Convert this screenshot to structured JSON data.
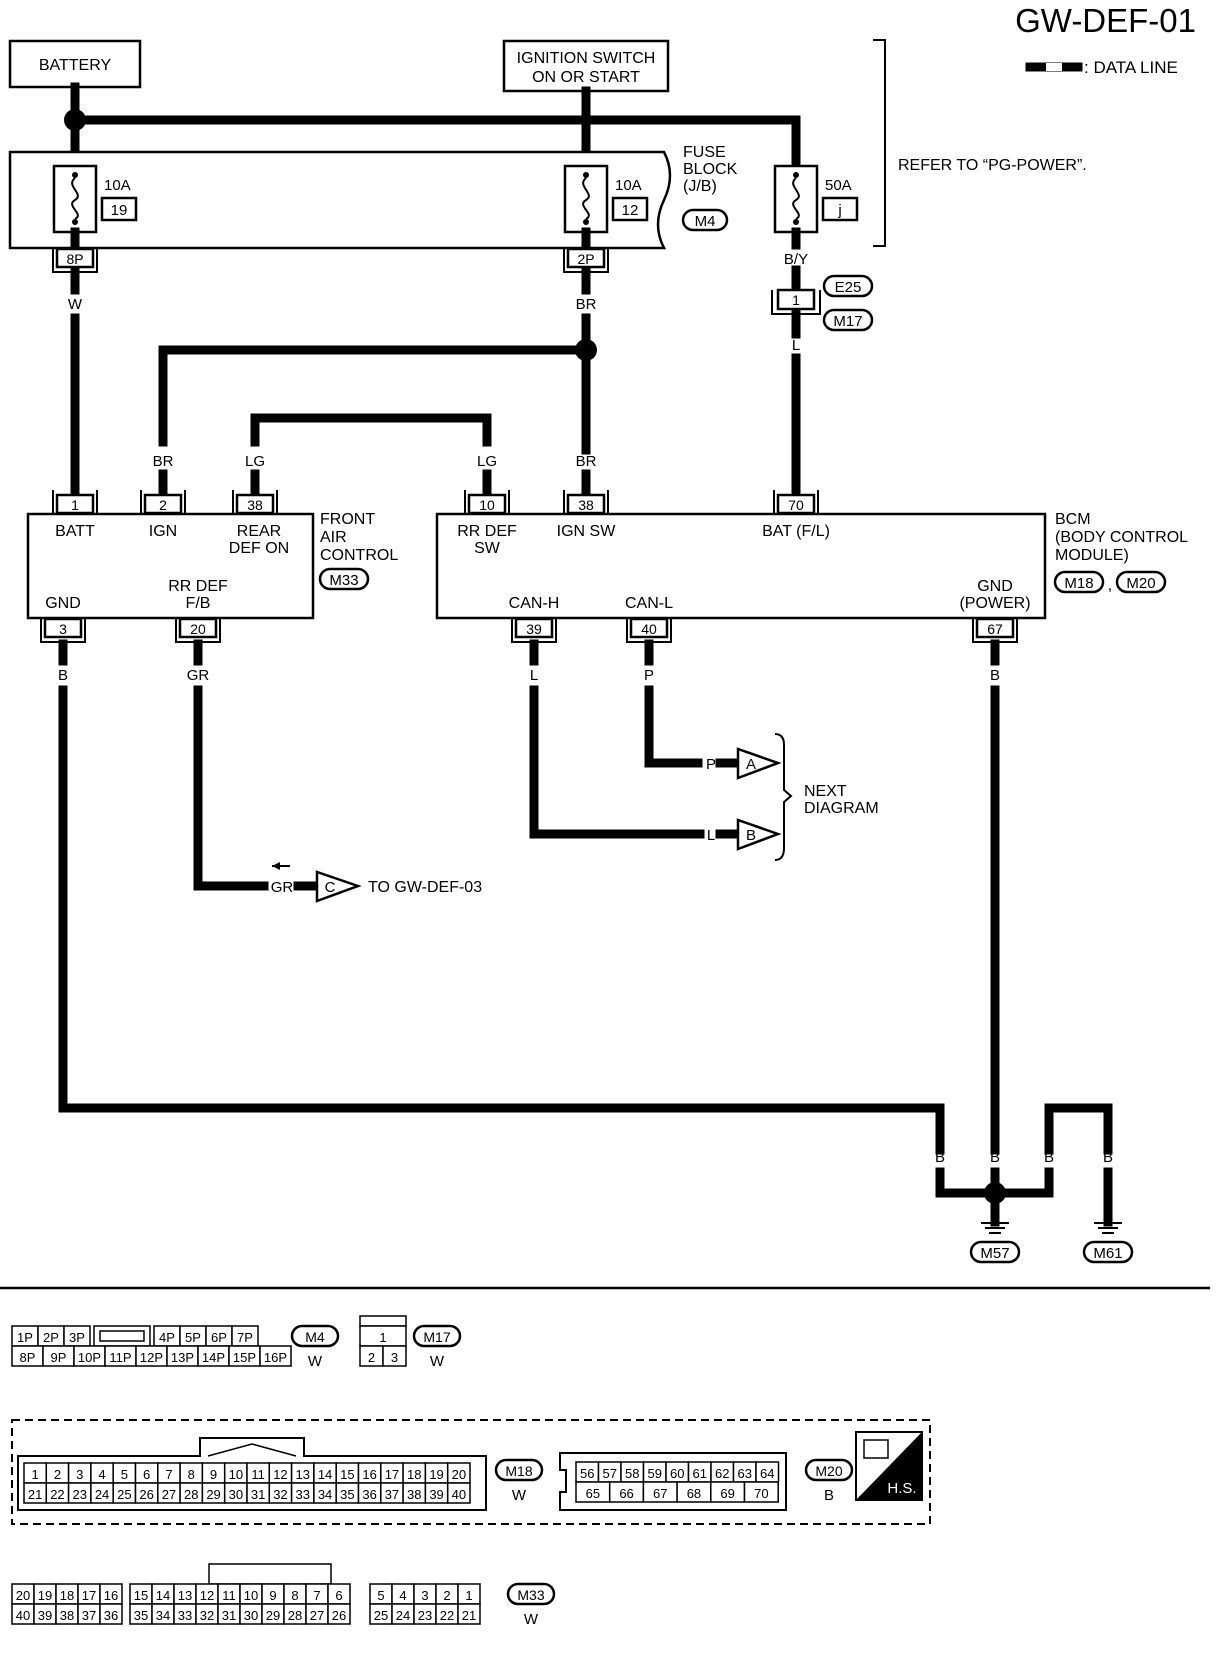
{
  "page_code": "GW-DEF-01",
  "legend": {
    "label": ": DATA LINE"
  },
  "refer": "REFER TO “PG-POWER”.",
  "power": {
    "battery": "BATTERY",
    "ign_line1": "IGNITION SWITCH",
    "ign_line2": "ON OR START"
  },
  "fuse_block": {
    "line1": "FUSE",
    "line2": "BLOCK",
    "line3": "(J/B)",
    "connector": "M4",
    "fuses": [
      {
        "amp": "10A",
        "num": "19"
      },
      {
        "amp": "10A",
        "num": "12"
      },
      {
        "amp": "50A",
        "num": "j"
      }
    ],
    "terms": [
      "8P",
      "2P"
    ]
  },
  "inline_conn": {
    "pin": "1",
    "c1": "E25",
    "c2": "M17"
  },
  "wires": {
    "w": "W",
    "br1": "BR",
    "br2": "BR",
    "br3": "BR",
    "by": "B/Y",
    "l": "L",
    "lg1": "LG",
    "lg2": "LG",
    "b1": "B",
    "gr": "GR",
    "l2": "L",
    "p": "P",
    "b2": "B",
    "p_out": "P",
    "l_out": "L",
    "gr_out": "GR",
    "g1": "B",
    "g2": "B",
    "g3": "B",
    "g4": "B"
  },
  "fac": {
    "name1": "FRONT",
    "name2": "AIR",
    "name3": "CONTROL",
    "connector": "M33",
    "pins_top": [
      "1",
      "2",
      "38"
    ],
    "labels_top": [
      "BATT",
      "IGN",
      "REAR",
      "DEF ON"
    ],
    "pins_bot": [
      "3",
      "20"
    ],
    "labels_bot": [
      "GND",
      "RR DEF",
      "F/B"
    ]
  },
  "bcm": {
    "name1": "BCM",
    "name2": "(BODY CONTROL",
    "name3": "MODULE)",
    "conn1": "M18",
    "conn2": "M20",
    "sep": ",",
    "pins_top": [
      "10",
      "38",
      "70"
    ],
    "labels_top": [
      "RR DEF",
      "SW",
      "IGN SW",
      "BAT (F/L)"
    ],
    "pins_bot": [
      "39",
      "40",
      "67"
    ],
    "labels_bot": [
      "CAN-H",
      "CAN-L",
      "GND",
      "(POWER)"
    ]
  },
  "offpage": {
    "a": "A",
    "b": "B",
    "c": "C",
    "next1": "NEXT",
    "next2": "DIAGRAM",
    "to": "TO GW-DEF-03"
  },
  "grounds": [
    "M57",
    "M61"
  ],
  "connectors": {
    "m4_top": [
      "1P",
      "2P",
      "3P",
      "4P",
      "5P",
      "6P",
      "7P"
    ],
    "m4_bot": [
      "8P",
      "9P",
      "10P",
      "11P",
      "12P",
      "13P",
      "14P",
      "15P",
      "16P"
    ],
    "m4_name": "M4",
    "m4_color": "W",
    "m17_top": [
      "1"
    ],
    "m17_bot": [
      "2",
      "3"
    ],
    "m17_name": "M17",
    "m17_color": "W",
    "m18_top": [
      "1",
      "2",
      "3",
      "4",
      "5",
      "6",
      "7",
      "8",
      "9",
      "10",
      "11",
      "12",
      "13",
      "14",
      "15",
      "16",
      "17",
      "18",
      "19",
      "20"
    ],
    "m18_bot": [
      "21",
      "22",
      "23",
      "24",
      "25",
      "26",
      "27",
      "28",
      "29",
      "30",
      "31",
      "32",
      "33",
      "34",
      "35",
      "36",
      "37",
      "38",
      "39",
      "40"
    ],
    "m18_name": "M18",
    "m18_color": "W",
    "m20_top": [
      "56",
      "57",
      "58",
      "59",
      "60",
      "61",
      "62",
      "63",
      "64"
    ],
    "m20_bot": [
      "65",
      "66",
      "67",
      "68",
      "69",
      "70"
    ],
    "m20_name": "M20",
    "m20_color": "B",
    "hs": "H.S.",
    "m33_top": [
      "20",
      "19",
      "18",
      "17",
      "16",
      "15",
      "14",
      "13",
      "12",
      "11",
      "10",
      "9",
      "8",
      "7",
      "6",
      "5",
      "4",
      "3",
      "2",
      "1"
    ],
    "m33_bot": [
      "40",
      "39",
      "38",
      "37",
      "36",
      "35",
      "34",
      "33",
      "32",
      "31",
      "30",
      "29",
      "28",
      "27",
      "26",
      "25",
      "24",
      "23",
      "22",
      "21"
    ],
    "m33_name": "M33",
    "m33_color": "W"
  }
}
